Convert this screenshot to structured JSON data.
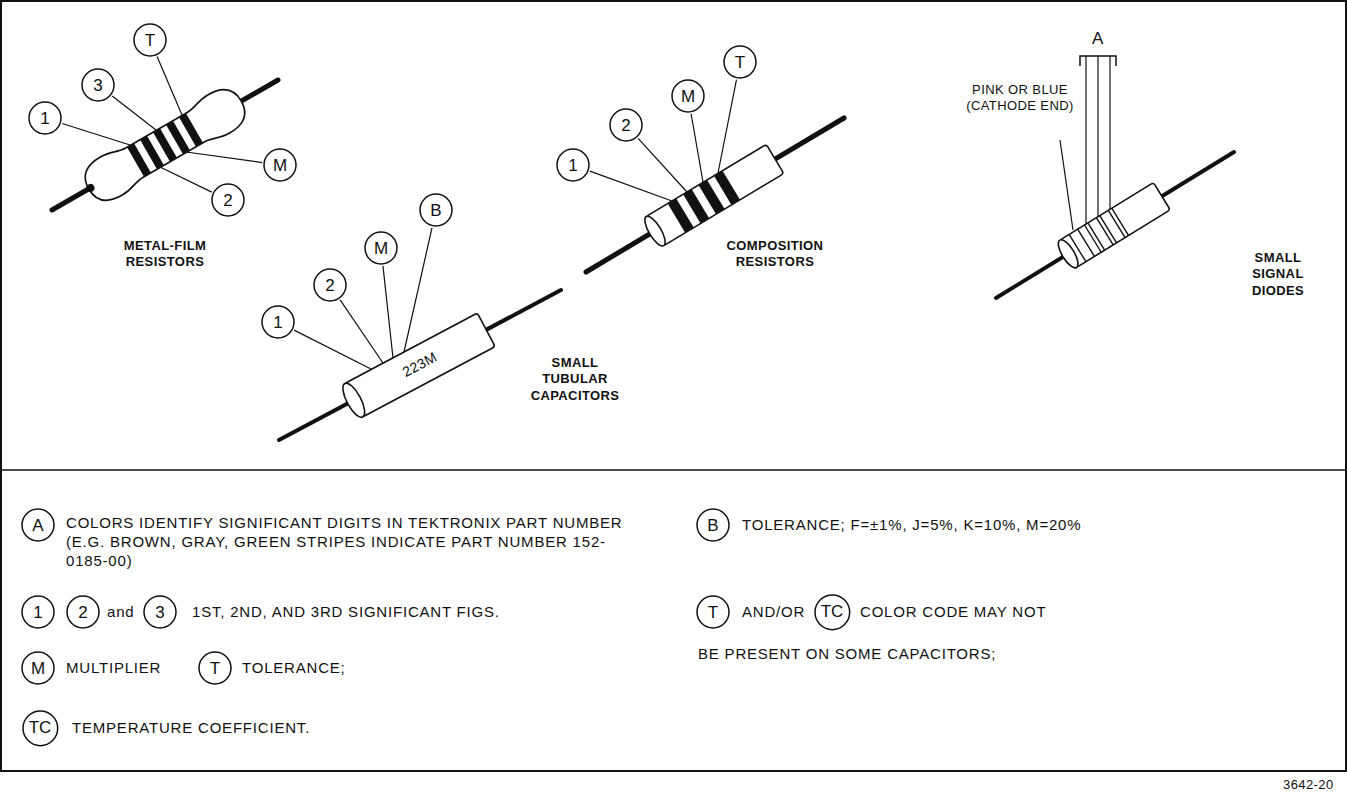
{
  "diagram": {
    "nodes": [
      {
        "text": [
          "1"
        ]
      },
      {
        "text": [
          "3"
        ]
      },
      {
        "text": [
          "T"
        ]
      },
      {
        "text": [
          "M"
        ]
      },
      {
        "text": [
          "2"
        ]
      },
      {
        "text": [
          "1"
        ]
      },
      {
        "text": [
          "2"
        ]
      },
      {
        "text": [
          "M"
        ]
      },
      {
        "text": [
          "T"
        ]
      },
      {
        "text": [
          "B"
        ]
      },
      {
        "text": [
          "M"
        ]
      },
      {
        "text": [
          "2"
        ]
      },
      {
        "text": [
          "1"
        ]
      },
      {
        "text": [
          "A"
        ]
      },
      {
        "text": [
          "B"
        ]
      },
      {
        "text": [
          "1"
        ]
      },
      {
        "text": [
          "2"
        ]
      },
      {
        "text": [
          "3"
        ]
      },
      {
        "text": [
          "T"
        ]
      },
      {
        "text": [
          "TC"
        ]
      },
      {
        "text": [
          "M"
        ]
      },
      {
        "text": [
          "T"
        ]
      },
      {
        "text": [
          "TC"
        ]
      }
    ],
    "labels": [
      "METAL-FILM RESISTORS",
      "223M",
      "SMALL TUBULAR CAPACITORS",
      "COMPOSITION RESISTORS",
      "A",
      "PINK OR BLUE (CATHODE END)",
      "SMALL SIGNAL DIODES",
      "COLORS IDENTIFY SIGNIFICANT DIGITS IN TEKTRONIX PART NUMBER (E.G. BROWN, GRAY, GREEN STRIPES INDICATE PART NUMBER 152-0185-00)",
      "TOLERANCE; F=±1%, J=5%, K=10%, M=20%",
      "and",
      "1ST, 2ND, AND 3RD SIGNIFICANT FIGS.",
      "AND/OR",
      "COLOR CODE MAY NOT",
      "BE PRESENT ON SOME CAPACITORS;",
      "MULTIPLIER",
      "TOLERANCE;",
      "TEMPERATURE COEFFICIENT.",
      "3642-20"
    ]
  }
}
